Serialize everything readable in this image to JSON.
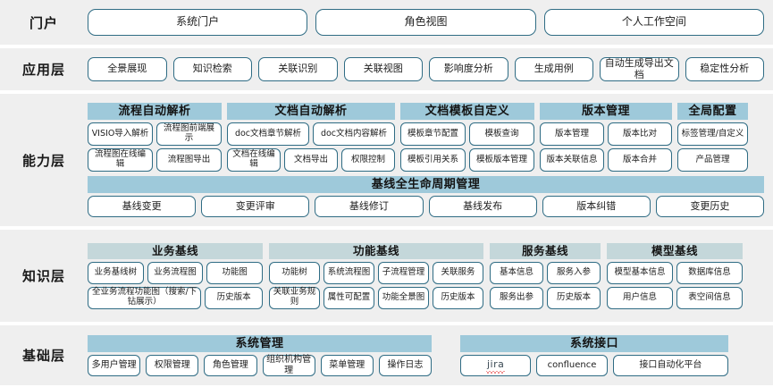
{
  "meta": {
    "title": "系统分层架构图",
    "colors": {
      "band_bg": "#efefef",
      "group_header_blue": "#9ec9da",
      "group_header_gray_blue": "#c4d7da",
      "pill_border": "#2f6c84",
      "pill_bg": "#ffffff",
      "text": "#1a1a1a"
    }
  },
  "rows": {
    "portal": {
      "label": "门户",
      "items": [
        "系统门户",
        "角色视图",
        "个人工作空间"
      ]
    },
    "application": {
      "label": "应用层",
      "items": [
        "全景展现",
        "知识检索",
        "关联识别",
        "关联视图",
        "影响度分析",
        "生成用例",
        "自动生成导出文档",
        "稳定性分析"
      ]
    },
    "capability": {
      "label": "能力层",
      "groups": [
        {
          "header": "流程自动解析",
          "rows": [
            [
              "VISIO导入解析",
              "流程图前端展示"
            ],
            [
              "流程图在线编辑",
              "流程图导出"
            ]
          ]
        },
        {
          "header": "文档自动解析",
          "rows": [
            [
              "doc文档章节解析",
              "doc文档内容解析"
            ],
            [
              "文档在线编辑",
              "文档导出",
              "权限控制"
            ]
          ]
        },
        {
          "header": "文档模板自定义",
          "rows": [
            [
              "模板章节配置",
              "模板查询"
            ],
            [
              "模板引用关系",
              "模板版本管理"
            ]
          ]
        },
        {
          "header": "版本管理",
          "rows": [
            [
              "版本管理",
              "版本比对"
            ],
            [
              "版本关联信息",
              "版本合并"
            ]
          ]
        },
        {
          "header": "全局配置",
          "rows": [
            [
              "标签管理/自定义"
            ],
            [
              "产品管理"
            ]
          ]
        }
      ],
      "lifecycle": {
        "header": "基线全生命周期管理",
        "items": [
          "基线变更",
          "变更评审",
          "基线修订",
          "基线发布",
          "版本纠错",
          "变更历史"
        ]
      }
    },
    "knowledge": {
      "label": "知识层",
      "groups": [
        {
          "header": "业务基线",
          "rows": [
            [
              "业务基线树",
              "业务流程图",
              "功能图"
            ],
            [
              "全业务流程功能图（搜索/下钻展示）",
              "历史版本"
            ]
          ]
        },
        {
          "header": "功能基线",
          "rows": [
            [
              "功能树",
              "系统流程图",
              "子流程管理",
              "关联服务"
            ],
            [
              "关联业务规则",
              "属性可配置",
              "功能全景图",
              "历史版本"
            ]
          ]
        },
        {
          "header": "服务基线",
          "rows": [
            [
              "基本信息",
              "服务入参"
            ],
            [
              "服务出参",
              "历史版本"
            ]
          ]
        },
        {
          "header": "模型基线",
          "rows": [
            [
              "模型基本信息",
              "数据库信息"
            ],
            [
              "用户信息",
              "表空间信息"
            ]
          ]
        }
      ]
    },
    "foundation": {
      "label": "基础层",
      "groups": [
        {
          "header": "系统管理",
          "items": [
            "多用户管理",
            "权限管理",
            "角色管理",
            "组织机构管理",
            "菜单管理",
            "操作日志"
          ]
        },
        {
          "header": "系统接口",
          "items": [
            "jira",
            "confluence",
            "接口自动化平台"
          ]
        }
      ]
    }
  }
}
